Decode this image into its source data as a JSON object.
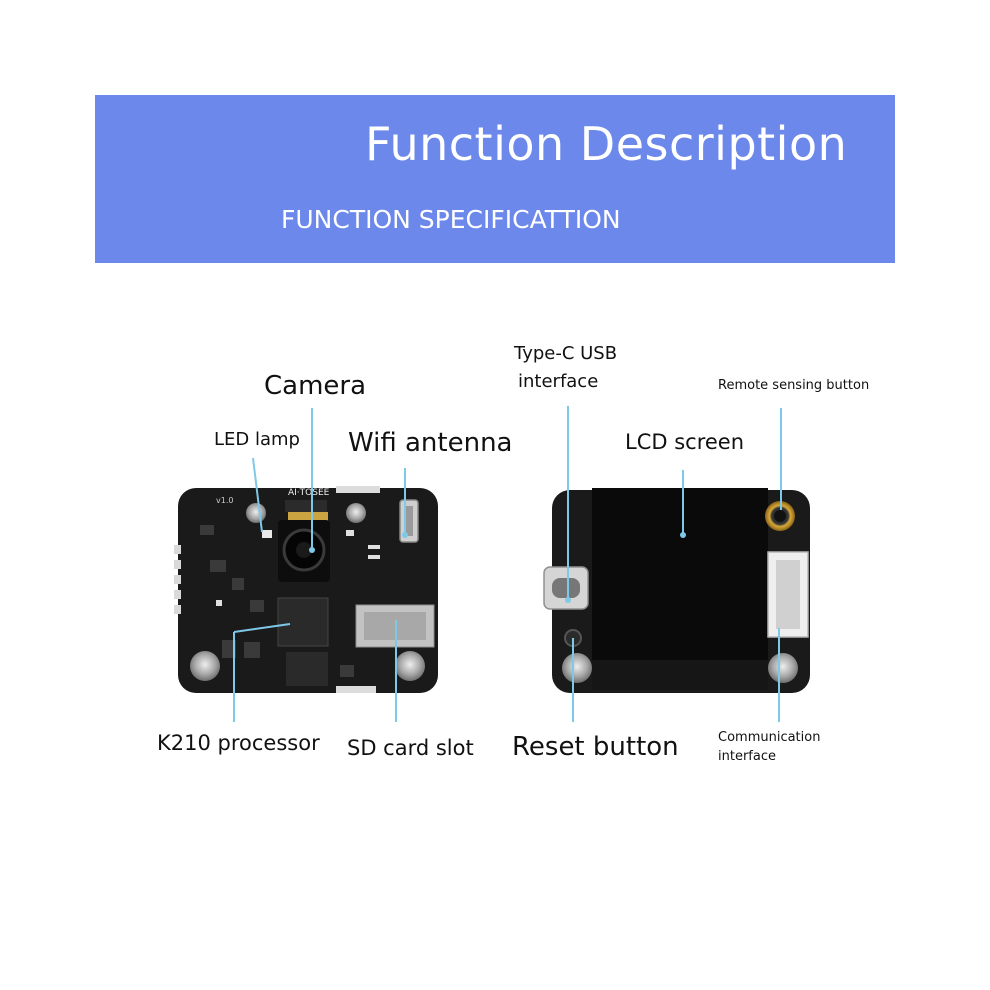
{
  "header": {
    "title": "Function Description",
    "subtitle": "FUNCTION SPECIFICATTION",
    "banner_color": "#6b88ea"
  },
  "front_board": {
    "silkscreen_brand": "AI·TOSEE",
    "silkscreen_version": "v1.0",
    "labels": {
      "camera": "Camera",
      "led_lamp": "LED lamp",
      "wifi_antenna": "Wifi antenna",
      "k210_processor": "K210 processor",
      "sd_card_slot": "SD card slot"
    }
  },
  "back_board": {
    "labels": {
      "type_c_line1": "Type-C USB",
      "type_c_line2": "interface",
      "remote_sensing_button": "Remote sensing button",
      "lcd_screen": "LCD screen",
      "reset_button": "Reset button",
      "communication_line1": "Communication",
      "communication_line2": "interface"
    }
  },
  "colors": {
    "board": "#1a1a1a",
    "leader_line": "#7ec8e8",
    "screw": "#b9b9b9",
    "connector": "#e8e8e8"
  }
}
